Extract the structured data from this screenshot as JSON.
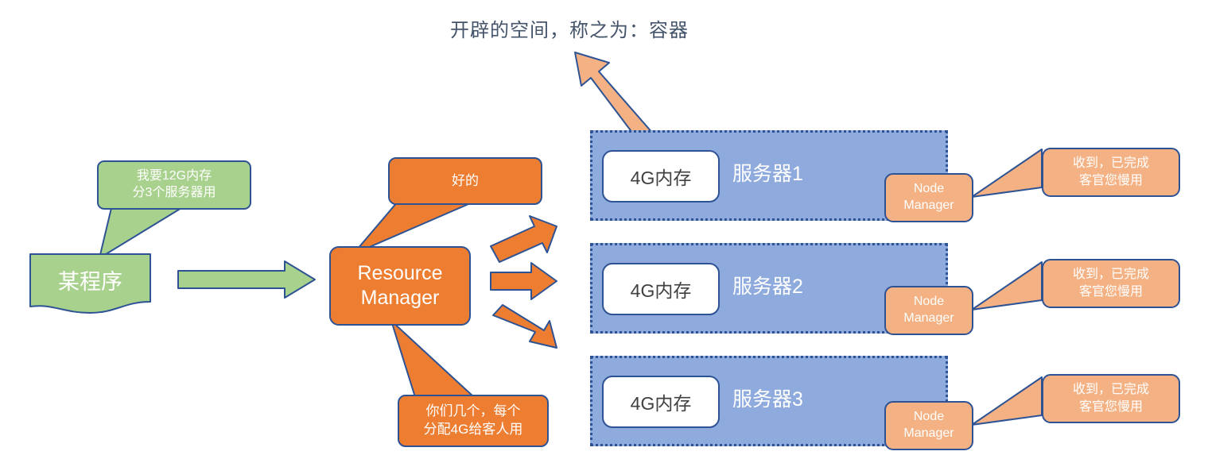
{
  "title": "开辟的空间，称之为：容器",
  "colors": {
    "green_fill": "#A9D18E",
    "orange_fill": "#ED7D31",
    "light_orange_fill": "#F4B183",
    "server_blue_fill": "#8FAADC",
    "outline_blue": "#2E5395",
    "title_text": "#44546A",
    "memory_box_fill": "#FFFFFF",
    "memory_text": "#404040"
  },
  "client": {
    "box_label": "某程序",
    "request_bubble": {
      "line1": "我要12G内存",
      "line2": "分3个服务器用"
    }
  },
  "resource_manager": {
    "label_line1": "Resource",
    "label_line2": "Manager",
    "ack_bubble": "好的",
    "allocate_bubble": {
      "line1": "你们几个，每个",
      "line2": "分配4G给客人用"
    }
  },
  "servers": [
    {
      "memory": "4G内存",
      "name": "服务器1",
      "node_manager": {
        "line1": "Node",
        "line2": "Manager"
      },
      "reply": {
        "line1": "收到，已完成",
        "line2": "客官您慢用"
      }
    },
    {
      "memory": "4G内存",
      "name": "服务器2",
      "node_manager": {
        "line1": "Node",
        "line2": "Manager"
      },
      "reply": {
        "line1": "收到，已完成",
        "line2": "客官您慢用"
      }
    },
    {
      "memory": "4G内存",
      "name": "服务器3",
      "node_manager": {
        "line1": "Node",
        "line2": "Manager"
      },
      "reply": {
        "line1": "收到，已完成",
        "line2": "客官您慢用"
      }
    }
  ],
  "arrows": {
    "client_to_rm": "green-arrow-right",
    "rm_to_server_up": "orange-arrow-up-right",
    "rm_to_server_mid": "orange-arrow-right",
    "rm_to_server_down": "orange-arrow-down-right",
    "container_callout": "orange-arrow-up-left"
  }
}
